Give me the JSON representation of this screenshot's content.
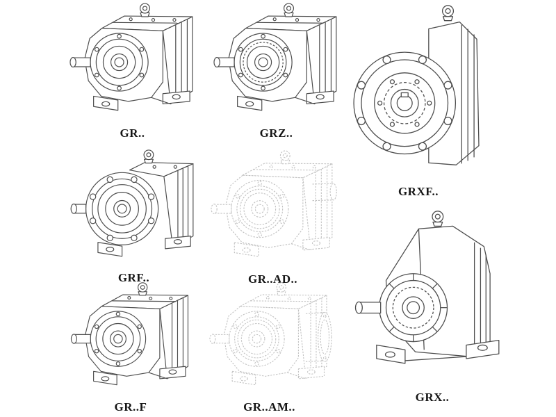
{
  "page": {
    "background": "#ffffff",
    "description": "Helical gear reducer series line-drawing catalog"
  },
  "colors": {
    "line_solid": "#4d4d4d",
    "line_ghost": "#c0c0c0",
    "label_text": "#161616"
  },
  "items": [
    {
      "id": "gr",
      "label": "GR..",
      "style": "solid",
      "view": "foot-mounted side view"
    },
    {
      "id": "grz",
      "label": "GRZ..",
      "style": "solid",
      "view": "foot-mounted side view"
    },
    {
      "id": "grxf",
      "label": "GRXF..",
      "style": "solid",
      "view": "flange-mounted front view"
    },
    {
      "id": "grf",
      "label": "GRF..",
      "style": "solid",
      "view": "flange + foot mounted"
    },
    {
      "id": "grad",
      "label": "GR..AD..",
      "style": "ghost",
      "view": "input adapter version (phantom)"
    },
    {
      "id": "grff",
      "label": "GR..F",
      "style": "solid",
      "view": "foot-mounted side view"
    },
    {
      "id": "gram",
      "label": "GR..AM..",
      "style": "ghost",
      "view": "motor flange adapter version (phantom)"
    },
    {
      "id": "grx",
      "label": "GRX..",
      "style": "solid",
      "view": "large foot-mounted side view"
    }
  ]
}
